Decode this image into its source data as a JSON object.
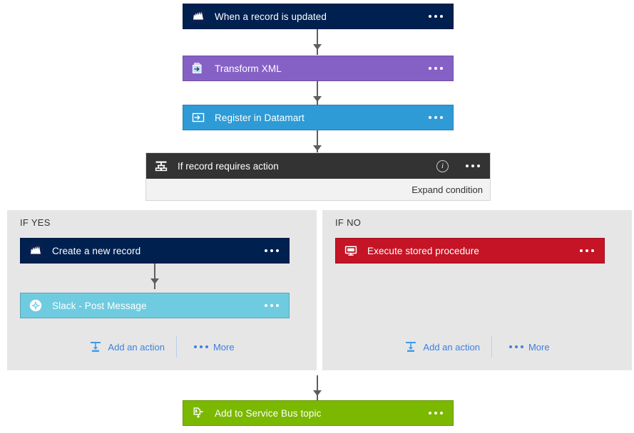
{
  "flow": {
    "steps": [
      {
        "id": "trigger",
        "label": "When a record is updated",
        "icon": "dynamics-factory-icon",
        "color": "#002050",
        "overflow_label": "more-options"
      },
      {
        "id": "transform",
        "label": "Transform XML",
        "icon": "transform-document-icon",
        "color": "#8661c5",
        "overflow_label": "more-options"
      },
      {
        "id": "register",
        "label": "Register in Datamart",
        "icon": "import-arrow-icon",
        "color": "#2e9bd6",
        "overflow_label": "more-options"
      }
    ],
    "condition": {
      "label": "If record requires action",
      "icon": "condition-branch-icon",
      "header_color": "#333333",
      "info_glyph": "i",
      "expand_label": "Expand condition"
    },
    "branches": [
      {
        "id": "if-yes",
        "label": "IF YES",
        "panel_color": "#e6e6e6",
        "actions": [
          {
            "id": "create-record",
            "label": "Create a new record",
            "icon": "dynamics-factory-icon",
            "color": "#002050"
          },
          {
            "id": "slack-post",
            "label": "Slack - Post Message",
            "icon": "slack-icon",
            "color": "#6fcbe0"
          }
        ],
        "footer": {
          "add_action_label": "Add an action",
          "add_action_icon": "add-action-icon",
          "more_label": "More"
        }
      },
      {
        "id": "if-no",
        "label": "IF NO",
        "panel_color": "#e6e6e6",
        "actions": [
          {
            "id": "execute-sp",
            "label": "Execute stored procedure",
            "icon": "sql-monitor-icon",
            "color": "#c41425"
          }
        ],
        "footer": {
          "add_action_label": "Add an action",
          "add_action_icon": "add-action-icon",
          "more_label": "More"
        }
      }
    ],
    "final_step": {
      "id": "service-bus",
      "label": "Add to Service Bus topic",
      "icon": "service-bus-icon",
      "color": "#7bb800"
    },
    "accent_link_color": "#3e7fe0",
    "connector_color": "#605e5c"
  }
}
